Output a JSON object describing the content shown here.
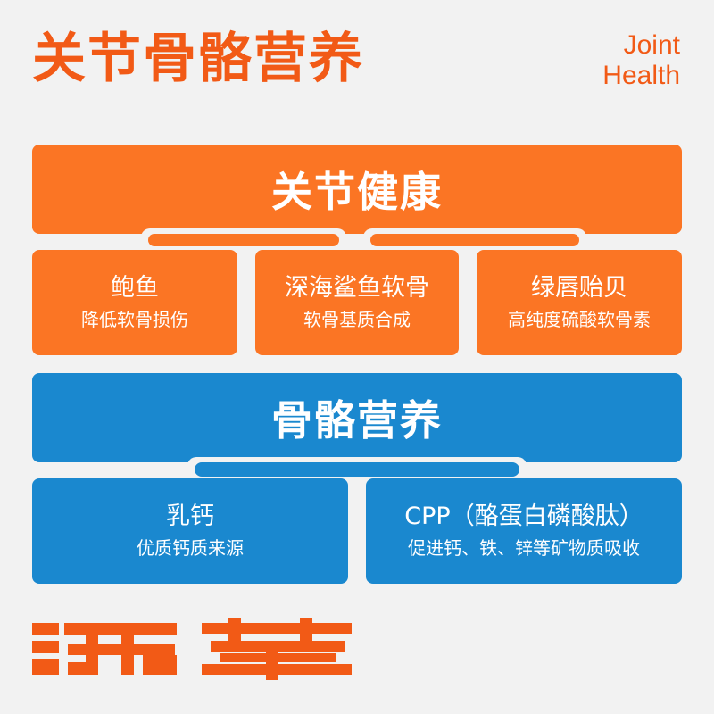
{
  "title": {
    "cn": "关节骨骼营养",
    "en_line1": "Joint",
    "en_line2": "Health"
  },
  "colors": {
    "accent_orange": "#f25a16",
    "card_orange": "#fb7524",
    "card_blue": "#1a88cf",
    "background": "#f2f2f2"
  },
  "joint_section": {
    "heading": "关节健康",
    "items": [
      {
        "title": "鲍鱼",
        "subtitle": "降低软骨损伤"
      },
      {
        "title": "深海鲨鱼软骨",
        "subtitle": "软骨基质合成"
      },
      {
        "title": "绿唇贻贝",
        "subtitle": "高纯度硫酸软骨素"
      }
    ]
  },
  "bone_section": {
    "heading": "骨骼营养",
    "items": [
      {
        "title": "乳钙",
        "subtitle": "优质钙质来源"
      },
      {
        "title": "CPP（酪蛋白磷酸肽）",
        "subtitle": "促进钙、铁、锌等矿物质吸收"
      }
    ]
  },
  "logo": {
    "text": "沃葉"
  }
}
